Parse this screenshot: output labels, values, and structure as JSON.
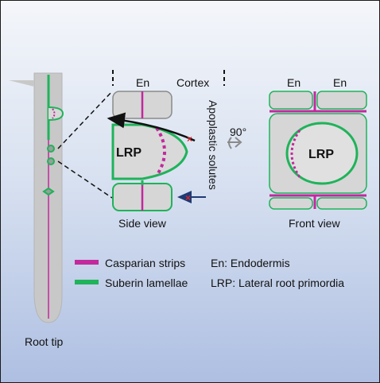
{
  "labels": {
    "en_side": "En",
    "cortex": "Cortex",
    "en_front_1": "En",
    "en_front_2": "En",
    "lrp_side": "LRP",
    "lrp_front": "LRP",
    "apoplastic": "Apoplastic solutes",
    "rotation": "90°",
    "side_view": "Side view",
    "front_view": "Front view",
    "root_tip": "Root tip"
  },
  "legend": {
    "casparian": "Casparian strips",
    "suberin": "Suberin lamellae",
    "en_def": "En: Endodermis",
    "lrp_def": "LRP: Lateral root primordia"
  },
  "colors": {
    "casparian": "#c2299c",
    "suberin": "#1fb35a",
    "cell_fill": "#d6d6d6",
    "root_fill": "#c9c9c9",
    "block_mark": "#d4262b",
    "solute_arrow": "#1f3a73"
  }
}
